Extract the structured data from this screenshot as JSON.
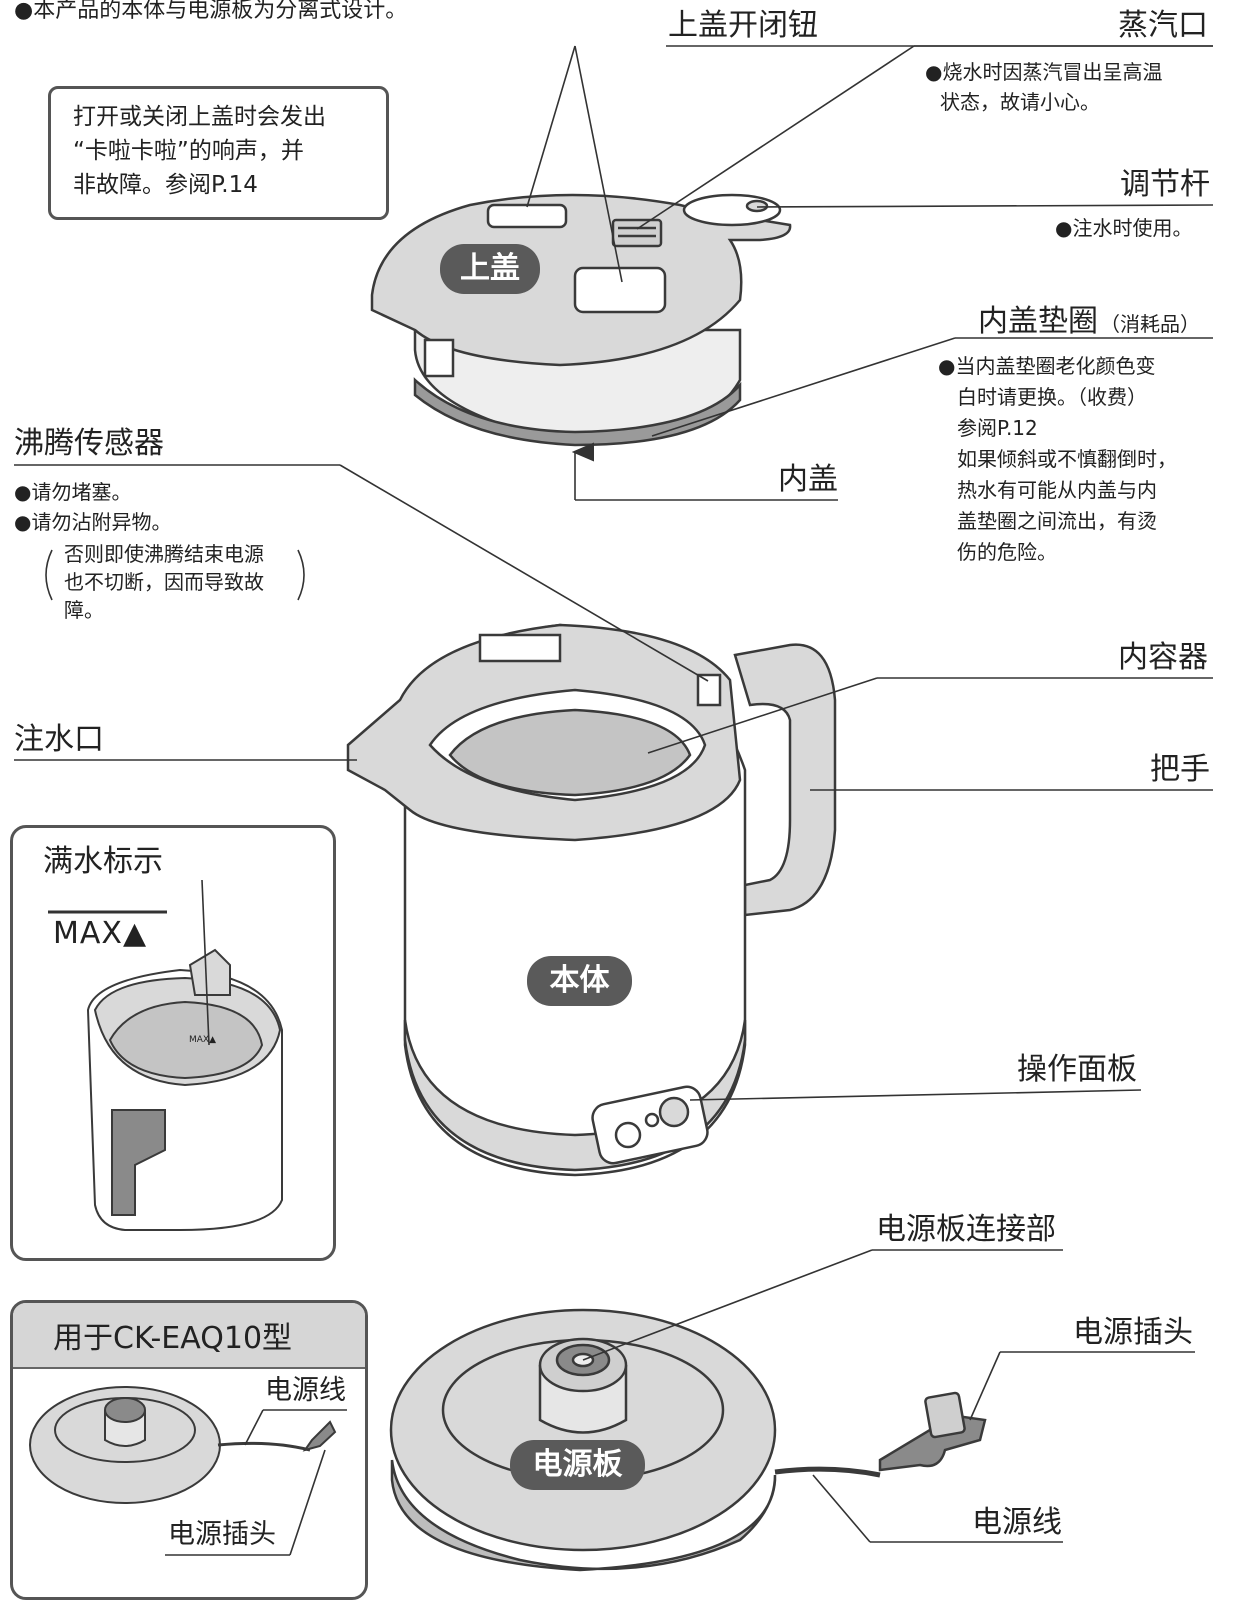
{
  "intro": "●本产品的本体与电源板为分离式设计。",
  "callout": {
    "line1": "打开或关闭上盖时会发出",
    "line2": "“卡啦卡啦”的响声，并",
    "line3": "非故障。参阅P.14"
  },
  "lid": {
    "badge": "上盖",
    "open_button": "上盖开闭钮",
    "steam_vent": "蒸汽口",
    "steam_vent_note1": "●烧水时因蒸汽冒出呈高温",
    "steam_vent_note2": "状态，故请小心。",
    "lever": "调节杆",
    "lever_note": "●注水时使用。",
    "gasket": "内盖垫圈",
    "gasket_suffix": "（消耗品）",
    "gasket_note1": "●当内盖垫圈老化颜色变",
    "gasket_note2": "白时请更换。（收费）",
    "gasket_note3": "参阅P.12",
    "gasket_note4": "如果倾斜或不慎翻倒时，",
    "gasket_note5": "热水有可能从内盖与内",
    "gasket_note6": "盖垫圈之间流出，有烫",
    "gasket_note7": "伤的危险。",
    "inner_lid": "内盖"
  },
  "sensor": {
    "title": "沸腾传感器",
    "note1": "●请勿堵塞。",
    "note2": "●请勿沾附异物。",
    "note3": "否则即使沸腾结束电源",
    "note4": "也不切断，因而导致故",
    "note5": "障。"
  },
  "body": {
    "badge": "本体",
    "inner_container": "内容器",
    "spout": "注水口",
    "handle": "把手",
    "control_panel": "操作面板"
  },
  "max_panel": {
    "title": "满水标示",
    "mark": "MAX▲",
    "small_mark": "MAX▲"
  },
  "base": {
    "badge": "电源板",
    "connector": "电源板连接部",
    "plug": "电源插头",
    "cord": "电源线"
  },
  "model_panel": {
    "title": "用于CK-EAQ10型",
    "cord": "电源线",
    "plug": "电源插头"
  },
  "colors": {
    "fill_gray": "#d9d9d9",
    "dark_gray": "#5a5a5a",
    "outline": "#3a3a3a"
  }
}
